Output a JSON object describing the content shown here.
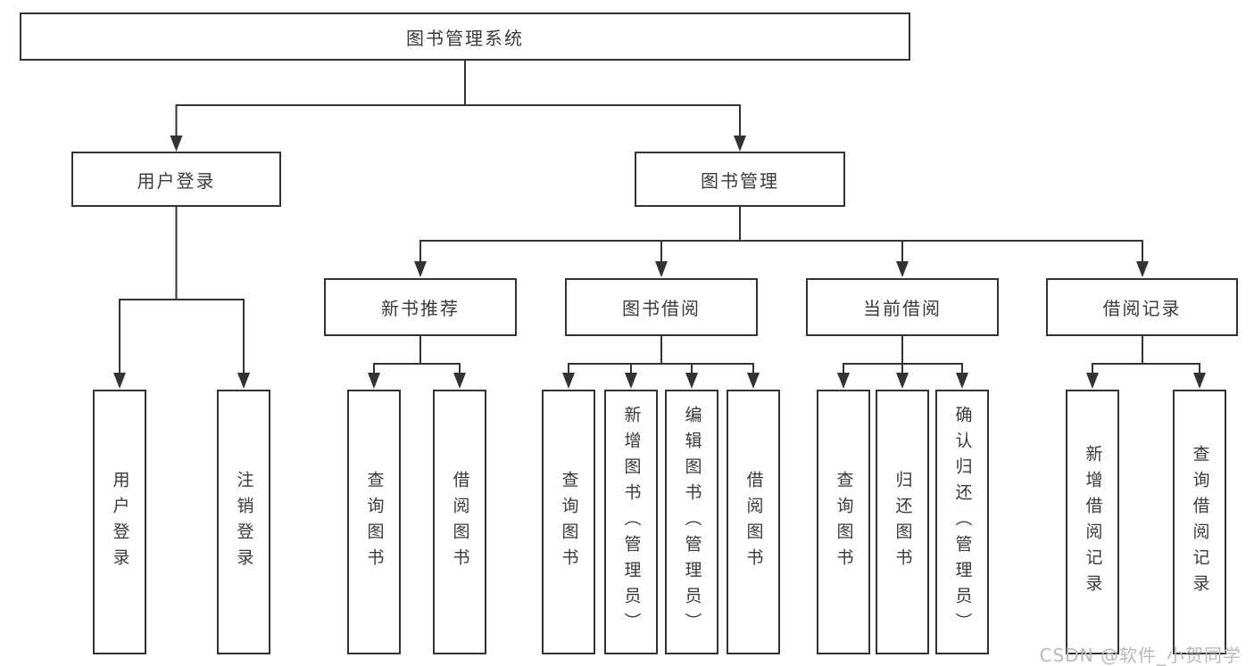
{
  "tree": {
    "label": "图书管理系统",
    "children": [
      {
        "label": "用户登录",
        "children": [
          {
            "label": "用户登录"
          },
          {
            "label": "注销登录"
          }
        ]
      },
      {
        "label": "图书管理",
        "children": [
          {
            "label": "新书推荐",
            "children": [
              {
                "label": "查询图书"
              },
              {
                "label": "借阅图书"
              }
            ]
          },
          {
            "label": "图书借阅",
            "children": [
              {
                "label": "查询图书"
              },
              {
                "label": "新增图书（管理员）"
              },
              {
                "label": "编辑图书（管理员）"
              },
              {
                "label": "借阅图书"
              }
            ]
          },
          {
            "label": "当前借阅",
            "children": [
              {
                "label": "查询图书"
              },
              {
                "label": "归还图书"
              },
              {
                "label": "确认归还（管理员）"
              }
            ]
          },
          {
            "label": "借阅记录",
            "children": [
              {
                "label": "新增借阅记录"
              },
              {
                "label": "查询借阅记录"
              }
            ]
          }
        ]
      }
    ]
  },
  "watermark": "CSDN @软件_小贺同学",
  "colors": {
    "line": "#333333",
    "box_border": "#333333",
    "text": "#3a3a3a",
    "watermark": "#b9b9b9",
    "background": "#ffffff"
  }
}
